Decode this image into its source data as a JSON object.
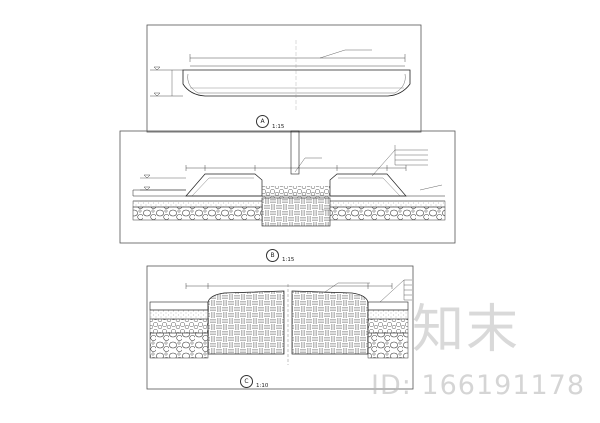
{
  "sections": [
    {
      "id": "section-a",
      "marker": "A",
      "title": "",
      "scale": "1:15"
    },
    {
      "id": "section-b",
      "marker": "B",
      "title": "",
      "scale": "1:15"
    },
    {
      "id": "section-c",
      "marker": "C",
      "title": "",
      "scale": "1:10"
    }
  ],
  "watermark": {
    "logo": "知末",
    "id_text": "ID: 166191178"
  },
  "colors": {
    "line": "#222222",
    "frame": "#555555",
    "watermark": "#b9b9b9"
  }
}
